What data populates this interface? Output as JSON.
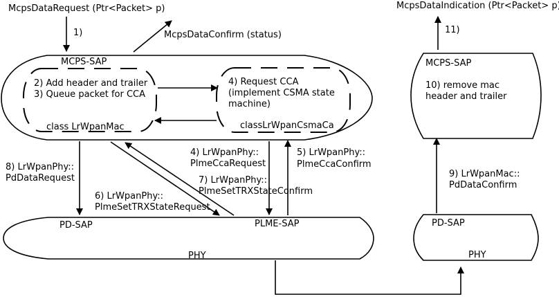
{
  "calls": {
    "mcps_data_request": "McpsDataRequest (Ptr<Packet> p)",
    "mcps_data_confirm": "McpsDataConfirm (status)",
    "mcps_data_indication": "McpsDataIndication (Ptr<Packet> p)"
  },
  "sap": {
    "mcps_left": "MCPS-SAP",
    "mcps_right": "MCPS-SAP",
    "pd_left": "PD-SAP",
    "plme": "PLME-SAP",
    "pd_right": "PD-SAP"
  },
  "blocks": {
    "phy_left": "PHY",
    "phy_right": "PHY",
    "mac_class": "class LrWpanMac",
    "csma_class": "classLrWpanCsmaCa"
  },
  "steps": {
    "s1": "1)",
    "s2": "2) Add header and trailer",
    "s3": "3) Queue packet for CCA",
    "s4_line1": "4) Request CCA",
    "s4_line2": "(implement CSMA state",
    "s4_line3": "machine)",
    "s4_call_line1": "4) LrWpanPhy::",
    "s4_call_line2": "PlmeCcaRequest",
    "s5_line1": "5) LrWpanPhy::",
    "s5_line2": "PlmeCcaConfirm",
    "s6_line1": "6) LrWpanPhy::",
    "s6_line2": "PlmeSetTRXStateRequest",
    "s7_line1": "7) LrWpanPhy::",
    "s7_line2": "PlmeSetTRXStateConfirm",
    "s8_line1": "8) LrWpanPhy::",
    "s8_line2": "PdDataRequest",
    "s9_line1": "9) LrWpanMac::",
    "s9_line2": "PdDataConfirm",
    "s10_line1": "10) remove mac",
    "s10_line2": "header and trailer",
    "s11": "11)"
  }
}
